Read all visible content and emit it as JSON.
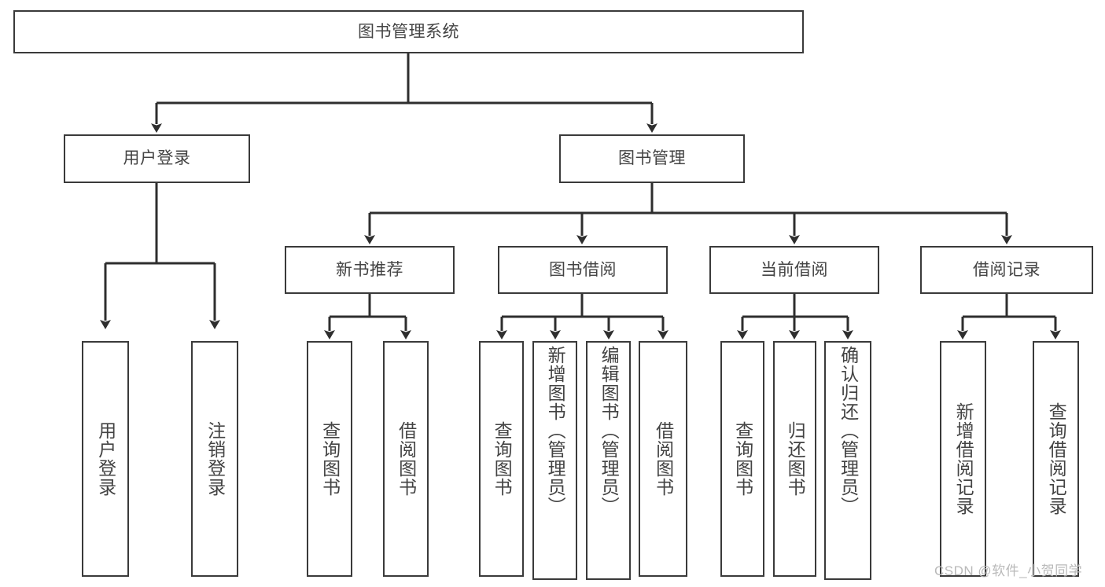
{
  "diagram": {
    "type": "tree-hierarchy-flowchart",
    "title": "图书管理系统",
    "orientation": "top-down",
    "colors": {
      "box_border": "#3a3a3a",
      "box_fill": "#ffffff",
      "connector": "#2e2e2e",
      "text": "#434343",
      "watermark": "#b9b9b9",
      "background": "#ffffff"
    }
  },
  "root": {
    "label": "图书管理系统"
  },
  "level1": [
    {
      "label": "用户登录"
    },
    {
      "label": "图书管理"
    }
  ],
  "level2": [
    {
      "label": "新书推荐"
    },
    {
      "label": "图书借阅"
    },
    {
      "label": "当前借阅"
    },
    {
      "label": "借阅记录"
    }
  ],
  "leaves": {
    "user_login": [
      {
        "label": "用户登录"
      },
      {
        "label": "注销登录"
      }
    ],
    "new_book_recommend": [
      {
        "label": "查询图书"
      },
      {
        "label": "借阅图书"
      }
    ],
    "book_borrow": [
      {
        "label": "查询图书"
      },
      {
        "label": "新增图书（管理员）"
      },
      {
        "label": "编辑图书（管理员）"
      },
      {
        "label": "借阅图书"
      }
    ],
    "current_borrow": [
      {
        "label": "查询图书"
      },
      {
        "label": "归还图书"
      },
      {
        "label": "确认归还（管理员）"
      }
    ],
    "borrow_record": [
      {
        "label": "新增借阅记录"
      },
      {
        "label": "查询借阅记录"
      }
    ]
  },
  "watermark": {
    "text": "CSDN @软件_小贺同学"
  }
}
